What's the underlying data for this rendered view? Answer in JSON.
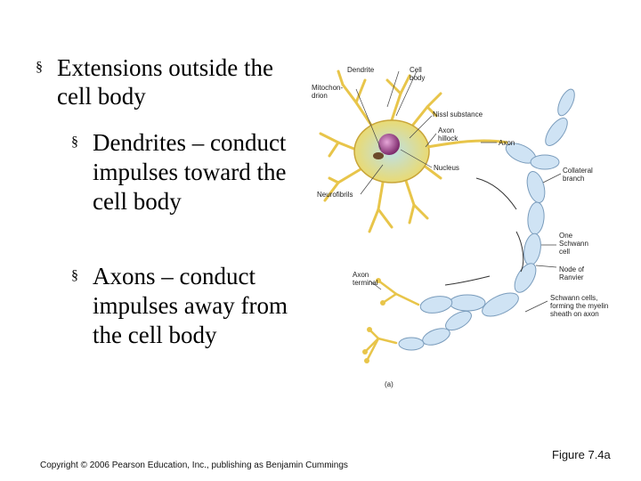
{
  "bullets": {
    "marker": "§",
    "main": "Extensions outside the cell body",
    "sub": [
      "Dendrites – conduct impulses toward the cell body",
      "Axons – conduct impulses away from the cell body"
    ]
  },
  "figure": {
    "labels": {
      "dendrite": "Dendrite",
      "cell_body": "Cell\nbody",
      "mitochondrion": "Mitochon-\ndrion",
      "nissl": "Nissl substance",
      "axon_hillock": "Axon\nhillock",
      "axon": "Axon",
      "nucleus": "Nucleus",
      "collateral": "Collateral\nbranch",
      "neurofibrils": "Neurofibrils",
      "one_schwann": "One\nSchwann\ncell",
      "node_ranvier": "Node of\nRanvier",
      "axon_terminal": "Axon\nterminal",
      "schwann_sheath": "Schwann cells,\nforming the myelin\nsheath on axon",
      "panel": "(a)"
    },
    "colors": {
      "soma": "#f2d95c",
      "nucleus": "#9c3a86",
      "myelin": "#cfe3f4",
      "myelin_edge": "#7a9cbc",
      "dendrite": "#e8c54a"
    }
  },
  "footer": {
    "copyright": "Copyright © 2006 Pearson Education, Inc., publishing as Benjamin Cummings",
    "figure_ref": "Figure 7.4a"
  }
}
